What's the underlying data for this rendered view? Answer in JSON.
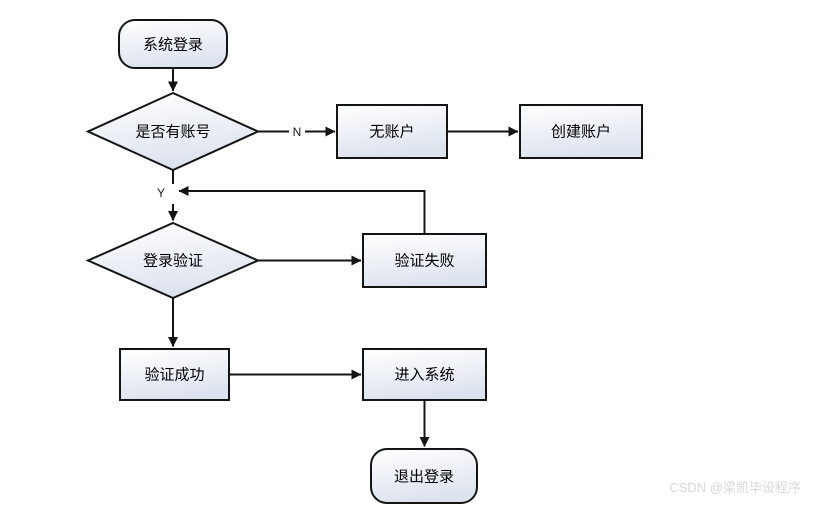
{
  "diagram": {
    "type": "flowchart",
    "nodes": [
      {
        "id": "start",
        "type": "terminator",
        "label": "系统登录"
      },
      {
        "id": "has-account",
        "type": "decision",
        "label": "是否有账号"
      },
      {
        "id": "no-account",
        "type": "process",
        "label": "无账户"
      },
      {
        "id": "create-account",
        "type": "process",
        "label": "创建账户"
      },
      {
        "id": "login-verify",
        "type": "decision",
        "label": "登录验证"
      },
      {
        "id": "verify-fail",
        "type": "process",
        "label": "验证失败"
      },
      {
        "id": "verify-success",
        "type": "process",
        "label": "验证成功"
      },
      {
        "id": "enter-system",
        "type": "process",
        "label": "进入系统"
      },
      {
        "id": "logout",
        "type": "terminator",
        "label": "退出登录"
      }
    ],
    "edges": [
      {
        "from": "系统登录",
        "to": "是否有账号",
        "label": ""
      },
      {
        "from": "是否有账号",
        "to": "无账户",
        "label": "N"
      },
      {
        "from": "无账户",
        "to": "创建账户",
        "label": ""
      },
      {
        "from": "是否有账号",
        "to": "登录验证",
        "label": "Y"
      },
      {
        "from": "验证失败",
        "to": "登录验证",
        "label": ""
      },
      {
        "from": "登录验证",
        "to": "验证失败",
        "label": ""
      },
      {
        "from": "登录验证",
        "to": "验证成功",
        "label": ""
      },
      {
        "from": "验证成功",
        "to": "进入系统",
        "label": ""
      },
      {
        "from": "进入系统",
        "to": "退出登录",
        "label": ""
      }
    ]
  },
  "colors": {
    "node_fill_top": "#ffffff",
    "node_fill_bottom": "#dde3ee",
    "node_stroke": "#141414",
    "edge_stroke": "#141414",
    "watermark": "#d8d8d8"
  },
  "watermark": {
    "text": "CSDN @梁凯毕设程序"
  }
}
